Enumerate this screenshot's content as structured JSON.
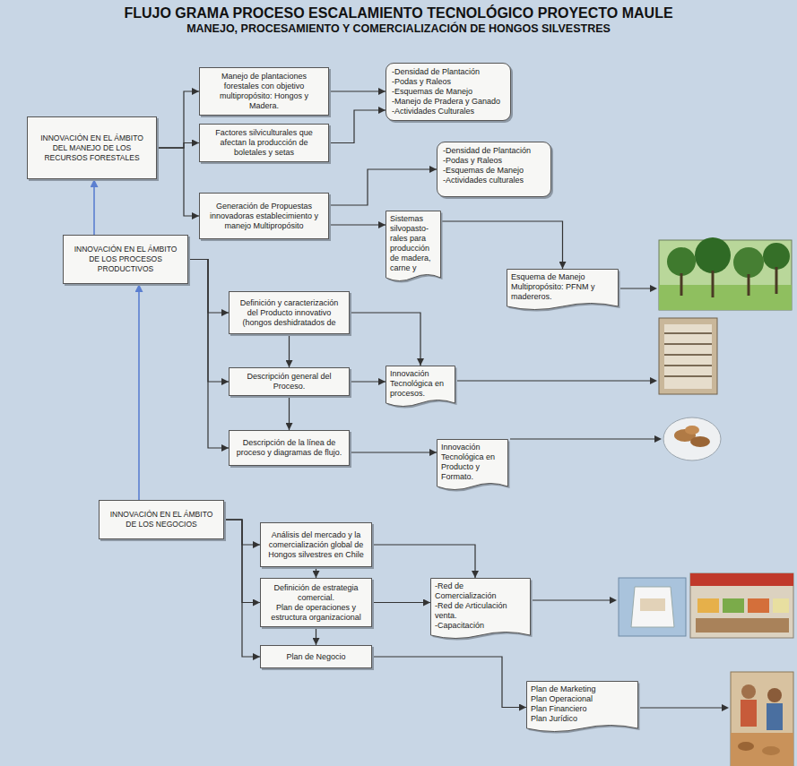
{
  "diagram": {
    "title": "FLUJO GRAMA PROCESO ESCALAMIENTO TECNOLÓGICO PROYECTO MAULE",
    "nodes": [
      {
        "text": [
          "INNOVACIÓN EN EL ÁMBITO DEL MANEJO DE LOS RECURSOS FORESTALES"
        ]
      },
      {
        "text": [
          "Manejo de plantaciones forestales con objetivo multipropósito: Hongos y Madera."
        ]
      },
      {
        "text": [
          "Factores silviculturales que afectan la producción de boletales y setas"
        ]
      },
      {
        "text": [
          "Generación de Propuestas innovadoras establecimiento y manejo Multipropósito"
        ]
      },
      {
        "text": [
          "-Densidad de Plantación",
          "-Podas y Raleos",
          "-Esquemas de Manejo",
          "-Manejo de Pradera y Ganado",
          "-Actividades Culturales"
        ]
      },
      {
        "text": [
          "-Densidad de Plantación",
          "-Podas y Raleos",
          "-Esquemas de Manejo",
          "-Actividades culturales"
        ]
      },
      {
        "text": [
          "Sistemas silvopasto- rales para producción de madera, carne y"
        ]
      },
      {
        "text": [
          "Esquema de Manejo Multipropósito: PFNM y madereros."
        ]
      },
      {
        "text": [
          "INNOVACIÓN EN EL ÁMBITO DE LOS PROCESOS PRODUCTIVOS"
        ]
      },
      {
        "text": [
          "Definición y caracterización del Producto innovativo (hongos deshidratados de"
        ]
      },
      {
        "text": [
          "Descripción general del Proceso."
        ]
      },
      {
        "text": [
          "Innovación Tecnológica en procesos."
        ]
      },
      {
        "text": [
          "Descripción de la línea de proceso y diagramas de flujo."
        ]
      },
      {
        "text": [
          "Innovación Tecnológica en Producto y Formato."
        ]
      },
      {
        "text": [
          "INNOVACIÓN EN EL ÁMBITO DE LOS NEGOCIOS"
        ]
      },
      {
        "text": [
          "Análisis del mercado y la comercialización global de Hongos silvestres en Chile"
        ]
      },
      {
        "text": [
          "Definición de estrategia comercial.",
          "Plan de operaciones y estructura organizacional"
        ]
      },
      {
        "text": [
          "Plan de Negocio"
        ]
      },
      {
        "text": [
          "-Red de Comercialización",
          "-Red de Articulación venta.",
          "-Capacitación"
        ]
      },
      {
        "text": [
          "Plan de Marketing",
          "Plan Operacional",
          "Plan Financiero",
          "Plan Jurídico"
        ]
      }
    ],
    "edges": [
      {
        "from": 0,
        "to": 1,
        "arrow": "to"
      },
      {
        "from": 0,
        "to": 2,
        "arrow": "to"
      },
      {
        "from": 0,
        "to": 3,
        "arrow": "to"
      },
      {
        "from": 1,
        "to": 4,
        "arrow": "to"
      },
      {
        "from": 2,
        "to": 4,
        "arrow": "to"
      },
      {
        "from": 3,
        "to": 5,
        "arrow": "to"
      },
      {
        "from": 3,
        "to": 6,
        "arrow": "to"
      },
      {
        "from": 6,
        "to": 7,
        "arrow": "to"
      },
      {
        "from": 8,
        "to": 0,
        "arrow": "to"
      },
      {
        "from": 8,
        "to": 9,
        "arrow": "to"
      },
      {
        "from": 8,
        "to": 10,
        "arrow": "to"
      },
      {
        "from": 8,
        "to": 12,
        "arrow": "to"
      },
      {
        "from": 9,
        "to": 10,
        "arrow": "to"
      },
      {
        "from": 10,
        "to": 12,
        "arrow": "to"
      },
      {
        "from": 9,
        "to": 11,
        "arrow": "to"
      },
      {
        "from": 10,
        "to": 11,
        "arrow": "to"
      },
      {
        "from": 12,
        "to": 13,
        "arrow": "to"
      },
      {
        "from": 14,
        "to": 8,
        "arrow": "to"
      },
      {
        "from": 14,
        "to": 15,
        "arrow": "to"
      },
      {
        "from": 14,
        "to": 16,
        "arrow": "to"
      },
      {
        "from": 14,
        "to": 17,
        "arrow": "to"
      },
      {
        "from": 15,
        "to": 16,
        "arrow": "to"
      },
      {
        "from": 16,
        "to": 17,
        "arrow": "to"
      },
      {
        "from": 15,
        "to": 18,
        "arrow": "to"
      },
      {
        "from": 16,
        "to": 18,
        "arrow": "to"
      },
      {
        "from": 17,
        "to": 19,
        "arrow": "to"
      }
    ],
    "labels": [
      "MANEJO, PROCESAMIENTO Y COMERCIALIZACIÓN DE HONGOS SILVESTRES"
    ]
  }
}
